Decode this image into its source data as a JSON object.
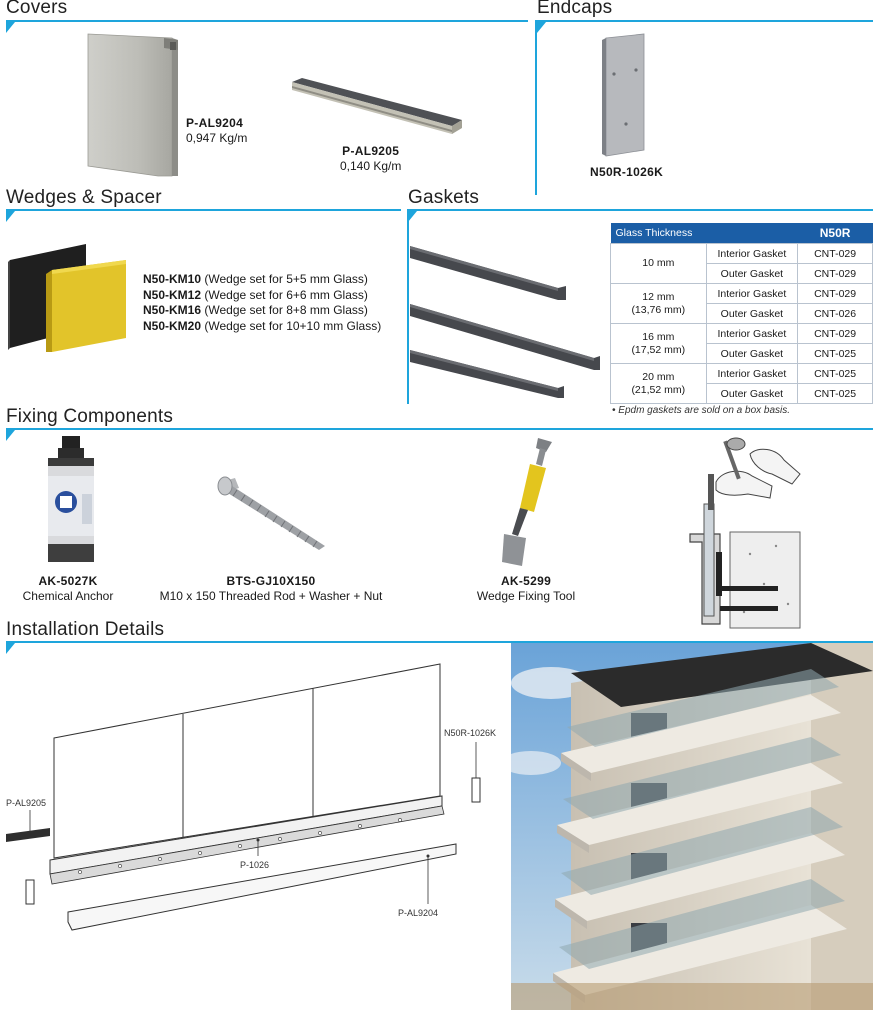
{
  "sections": {
    "covers": "Covers",
    "endcaps": "Endcaps",
    "wedges": "Wedges & Spacer",
    "gaskets": "Gaskets",
    "fixing": "Fixing Components",
    "installation": "Installation Details"
  },
  "covers": [
    {
      "code": "P-AL9204",
      "weight": "0,947 Kg/m"
    },
    {
      "code": "P-AL9205",
      "weight": "0,140 Kg/m"
    }
  ],
  "endcap": {
    "code": "N50R-1026K"
  },
  "wedges": [
    {
      "code": "N50-KM10",
      "desc": "(Wedge set for 5+5 mm Glass)"
    },
    {
      "code": "N50-KM12",
      "desc": "(Wedge set for 6+6 mm Glass)"
    },
    {
      "code": "N50-KM16",
      "desc": "(Wedge set for 8+8 mm Glass)"
    },
    {
      "code": "N50-KM20",
      "desc": "(Wedge set for 10+10 mm Glass)"
    }
  ],
  "gasket_table": {
    "header_left": "Glass Thickness",
    "header_right": "N50R",
    "rows": [
      {
        "thickness": "10 mm",
        "sub": "",
        "interior_label": "Interior Gasket",
        "interior_code": "CNT-029",
        "outer_label": "Outer Gasket",
        "outer_code": "CNT-029"
      },
      {
        "thickness": "12 mm",
        "sub": "(13,76 mm)",
        "interior_label": "Interior Gasket",
        "interior_code": "CNT-029",
        "outer_label": "Outer Gasket",
        "outer_code": "CNT-026"
      },
      {
        "thickness": "16 mm",
        "sub": "(17,52 mm)",
        "interior_label": "Interior Gasket",
        "interior_code": "CNT-029",
        "outer_label": "Outer Gasket",
        "outer_code": "CNT-025"
      },
      {
        "thickness": "20 mm",
        "sub": "(21,52 mm)",
        "interior_label": "Interior Gasket",
        "interior_code": "CNT-025",
        "outer_label": "Outer Gasket",
        "outer_code": "CNT-025"
      }
    ],
    "note": "• Epdm gaskets are sold on a box basis."
  },
  "fixing": [
    {
      "code": "AK-5027K",
      "desc": "Chemical Anchor"
    },
    {
      "code": "BTS-GJ10X150",
      "desc": "M10 x 150 Threaded Rod + Washer + Nut"
    },
    {
      "code": "AK-5299",
      "desc": "Wedge Fixing Tool"
    }
  ],
  "installation_labels": {
    "endcap": "N50R-1026K",
    "cover_small": "P-AL9205",
    "profile": "P-1026",
    "cover_large": "P-AL9204"
  },
  "colors": {
    "accent": "#1ea5dc",
    "table_header": "#1b5ea6"
  }
}
